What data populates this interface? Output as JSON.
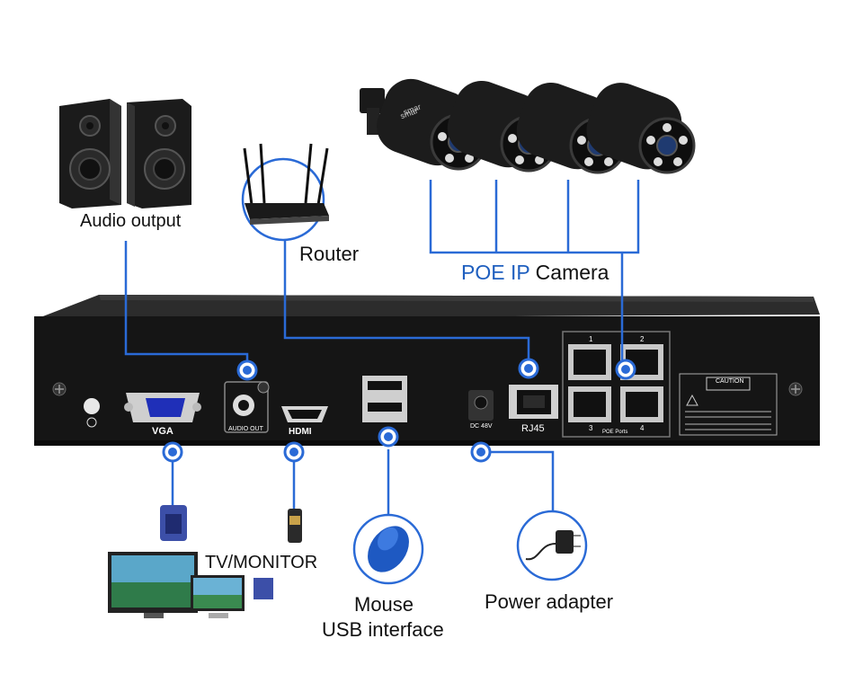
{
  "labels": {
    "audio_output": "Audio output",
    "router": "Router",
    "poe_prefix": "POE IP",
    "camera_suffix": "Camera",
    "tv_monitor": "TV/MONITOR",
    "mouse": "Mouse",
    "usb_interface": "USB interface",
    "power_adapter": "Power adapter"
  },
  "nvr": {
    "vga": "VGA",
    "audio_out": "AUDIO OUT",
    "hdmi": "HDMI",
    "dc": "DC 48V",
    "rj45": "RJ45",
    "poe_ports": "POE Ports",
    "ports": [
      "1",
      "2",
      "3",
      "4"
    ],
    "caution": "CAUTION",
    "camera_brand": "smar"
  },
  "colors": {
    "link": "#2a6ad6",
    "nvr_body": "#151515",
    "label_blue": "#1f5fbf"
  }
}
